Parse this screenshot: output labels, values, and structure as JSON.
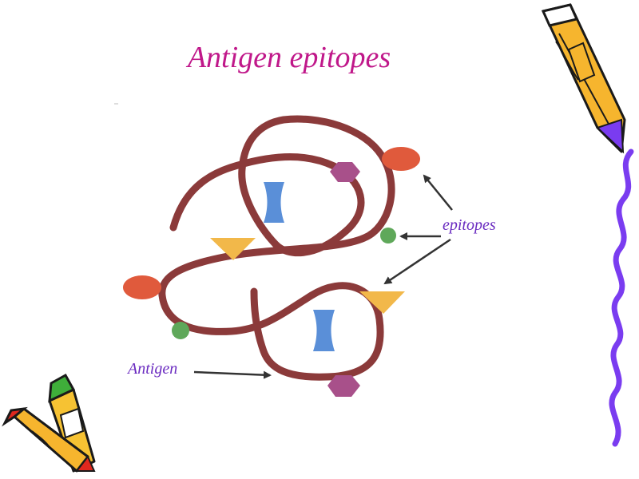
{
  "slide": {
    "title": "Antigen epitopes"
  },
  "diagram": {
    "labels": {
      "epitopes": "epitopes",
      "antigen": "Antigen"
    }
  },
  "colors": {
    "title": "#c0188a",
    "label_text": "#6a2bc0",
    "strand": "#8b3a3a",
    "red_ellipse": "#e05a3c",
    "green_circle": "#5fa85a",
    "purple_hexagon": "#a8508a",
    "blue_shape": "#5a8fd8",
    "orange_triangle": "#f2b84a",
    "arrow": "#333333",
    "border_squiggle": "#7a3cf0"
  },
  "decorations": {
    "icons": [
      "pencil-icon",
      "crayons-icon",
      "squiggle-border"
    ]
  }
}
